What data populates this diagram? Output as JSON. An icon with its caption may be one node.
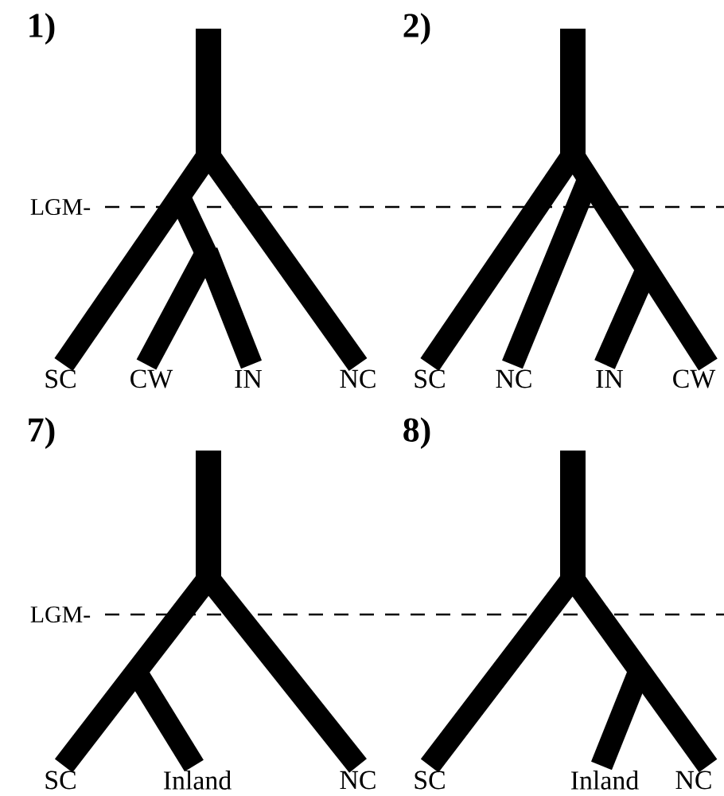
{
  "diagram": {
    "labels": [
      "1)",
      "LGM-",
      "SC",
      "CW",
      "IN",
      "NC",
      "2)",
      "SC",
      "NC",
      "IN",
      "CW",
      "7)",
      "LGM-",
      "SC",
      "Inland",
      "NC",
      "8)",
      "SC",
      "Inland",
      "NC"
    ]
  }
}
